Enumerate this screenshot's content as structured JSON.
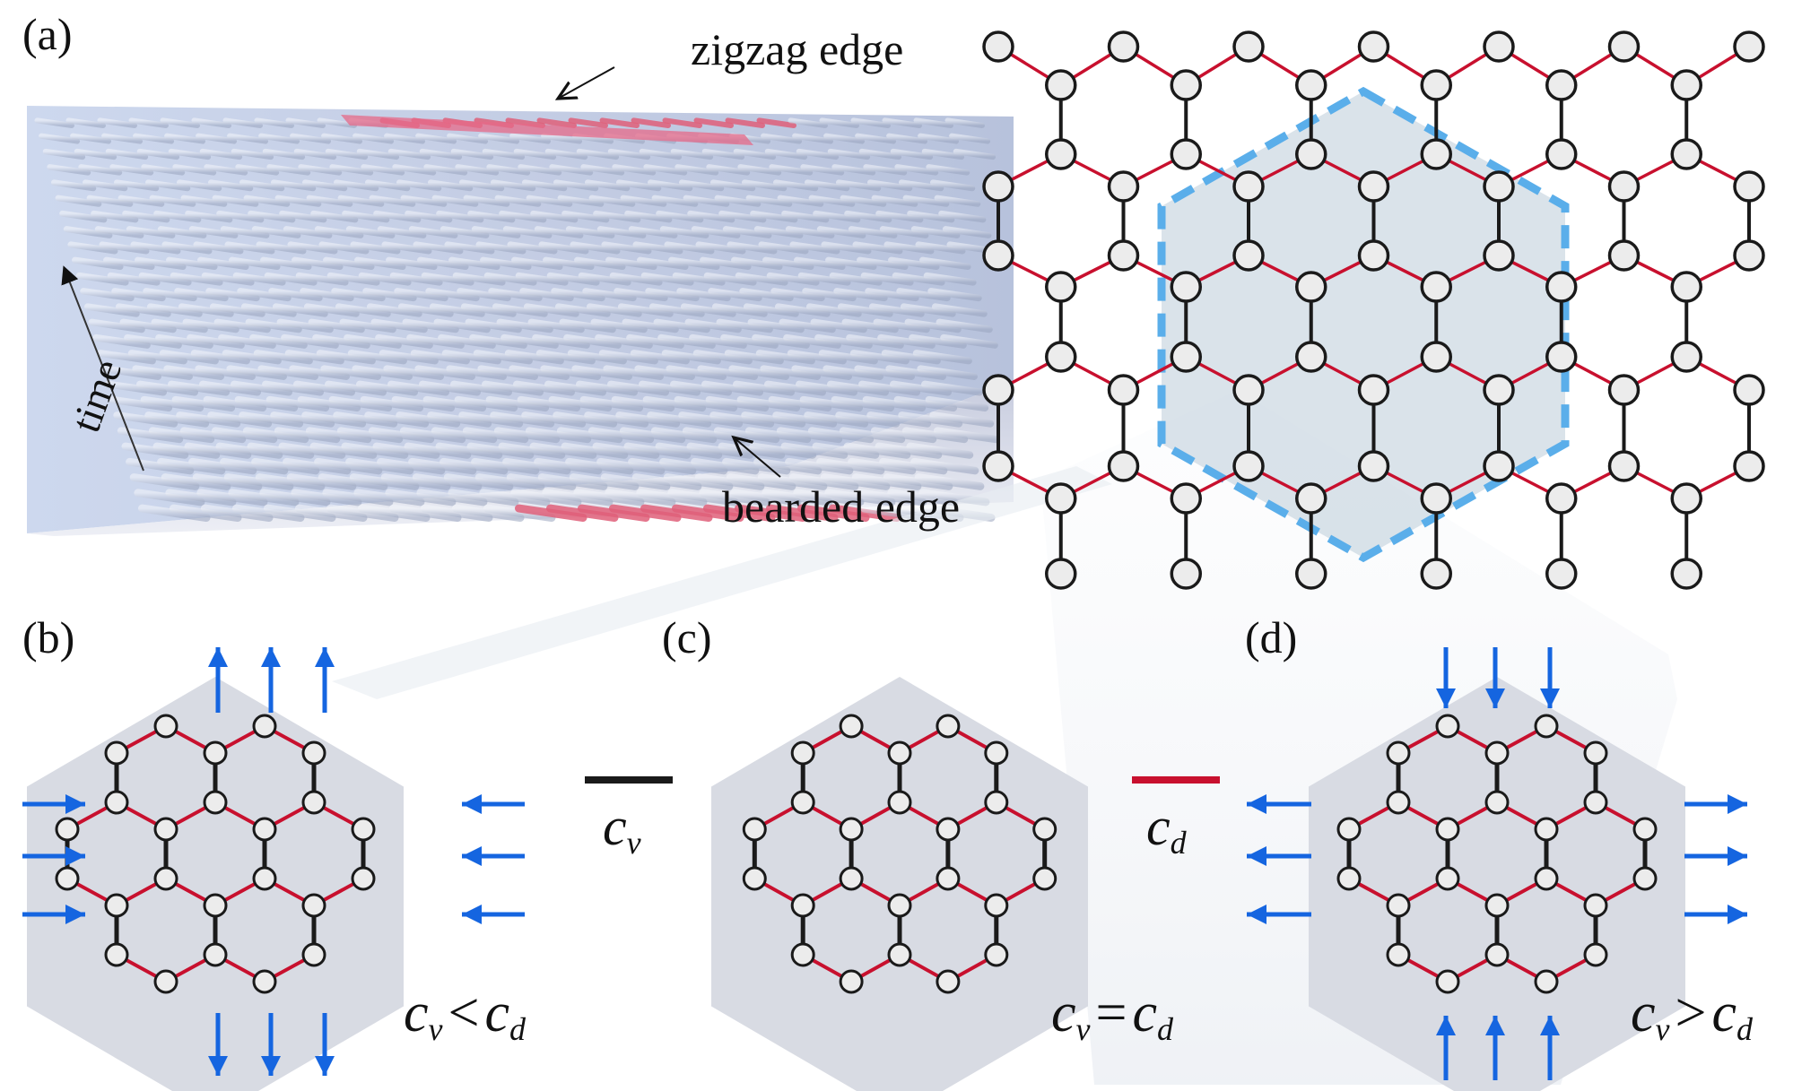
{
  "panel_a": {
    "label": "(a)",
    "zigzag_edge": "zigzag edge",
    "bearded_edge": "bearded edge",
    "time_axis": "time"
  },
  "panel_b": {
    "label": "(b)",
    "relation_lhs": "c",
    "relation_lhs_sub": "v",
    "relation_op": "<",
    "relation_rhs": "c",
    "relation_rhs_sub": "d"
  },
  "panel_c": {
    "label": "(c)",
    "relation_lhs": "c",
    "relation_lhs_sub": "v",
    "relation_op": "=",
    "relation_rhs": "c",
    "relation_rhs_sub": "d"
  },
  "panel_d": {
    "label": "(d)",
    "relation_lhs": "c",
    "relation_lhs_sub": "v",
    "relation_op": ">",
    "relation_rhs": "c",
    "relation_rhs_sub": "d"
  },
  "legend": {
    "vertical_bond": {
      "symbol": "c",
      "sub": "v",
      "color": "#1a1a1a"
    },
    "diagonal_bond": {
      "symbol": "c",
      "sub": "d",
      "color": "#c8102e"
    }
  },
  "colors": {
    "node_fill": "#ececec",
    "node_stroke": "#1a1a1a",
    "arrow": "#1565e0",
    "hex_bg": "#d8dbe3",
    "dashed_hex": "#5aaeea",
    "highlight_red": "#e0607a"
  }
}
